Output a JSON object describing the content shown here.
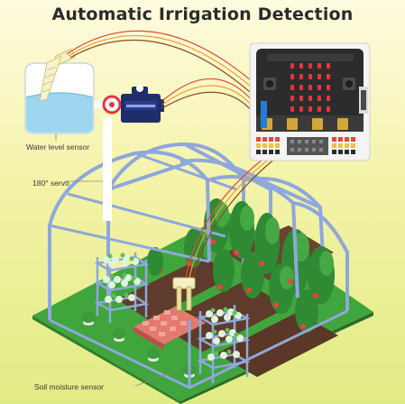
{
  "title": "Automatic Irrigation Detection",
  "labels": {
    "water_level_sensor": "Water level sensor",
    "servo": "180° servo",
    "soil_moisture_sensor": "Soil moisture sensor"
  },
  "colors": {
    "water": "#9fd6ef",
    "greenhouse_frame": "#8ea8dc",
    "grass": "#3fa53c",
    "soil": "#5e3b2a",
    "microbit_body": "#2c2c2c",
    "microbit_led": "#e8343a",
    "wire_red": "#e24a3a",
    "wire_orange": "#f0a030",
    "wire_brown": "#8a4a24"
  }
}
